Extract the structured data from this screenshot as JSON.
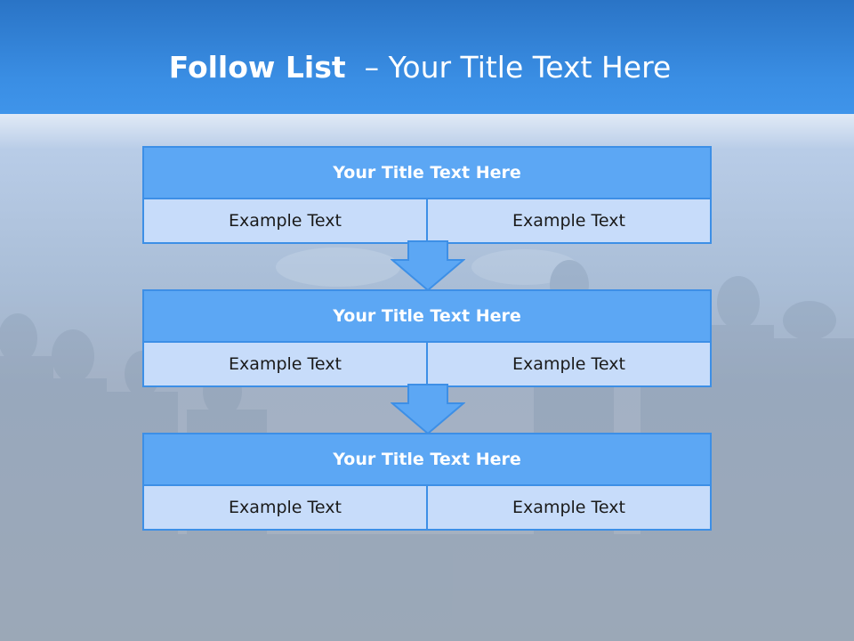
{
  "slide": {
    "title_bold": "Follow List",
    "title_rest": "  – Your Title Text Here"
  },
  "blocks": [
    {
      "title": "Your Title Text Here",
      "left": "Example Text",
      "right": "Example Text"
    },
    {
      "title": "Your Title Text Here",
      "left": "Example Text",
      "right": "Example Text"
    },
    {
      "title": "Your Title Text Here",
      "left": "Example Text",
      "right": "Example Text"
    }
  ],
  "colors": {
    "header": "#3a8ee4",
    "block_border": "#3d8fe6",
    "block_title_fill": "#5ca7f4",
    "block_body_fill": "#c7dcfa",
    "arrow_fill": "#5ca7f4"
  }
}
